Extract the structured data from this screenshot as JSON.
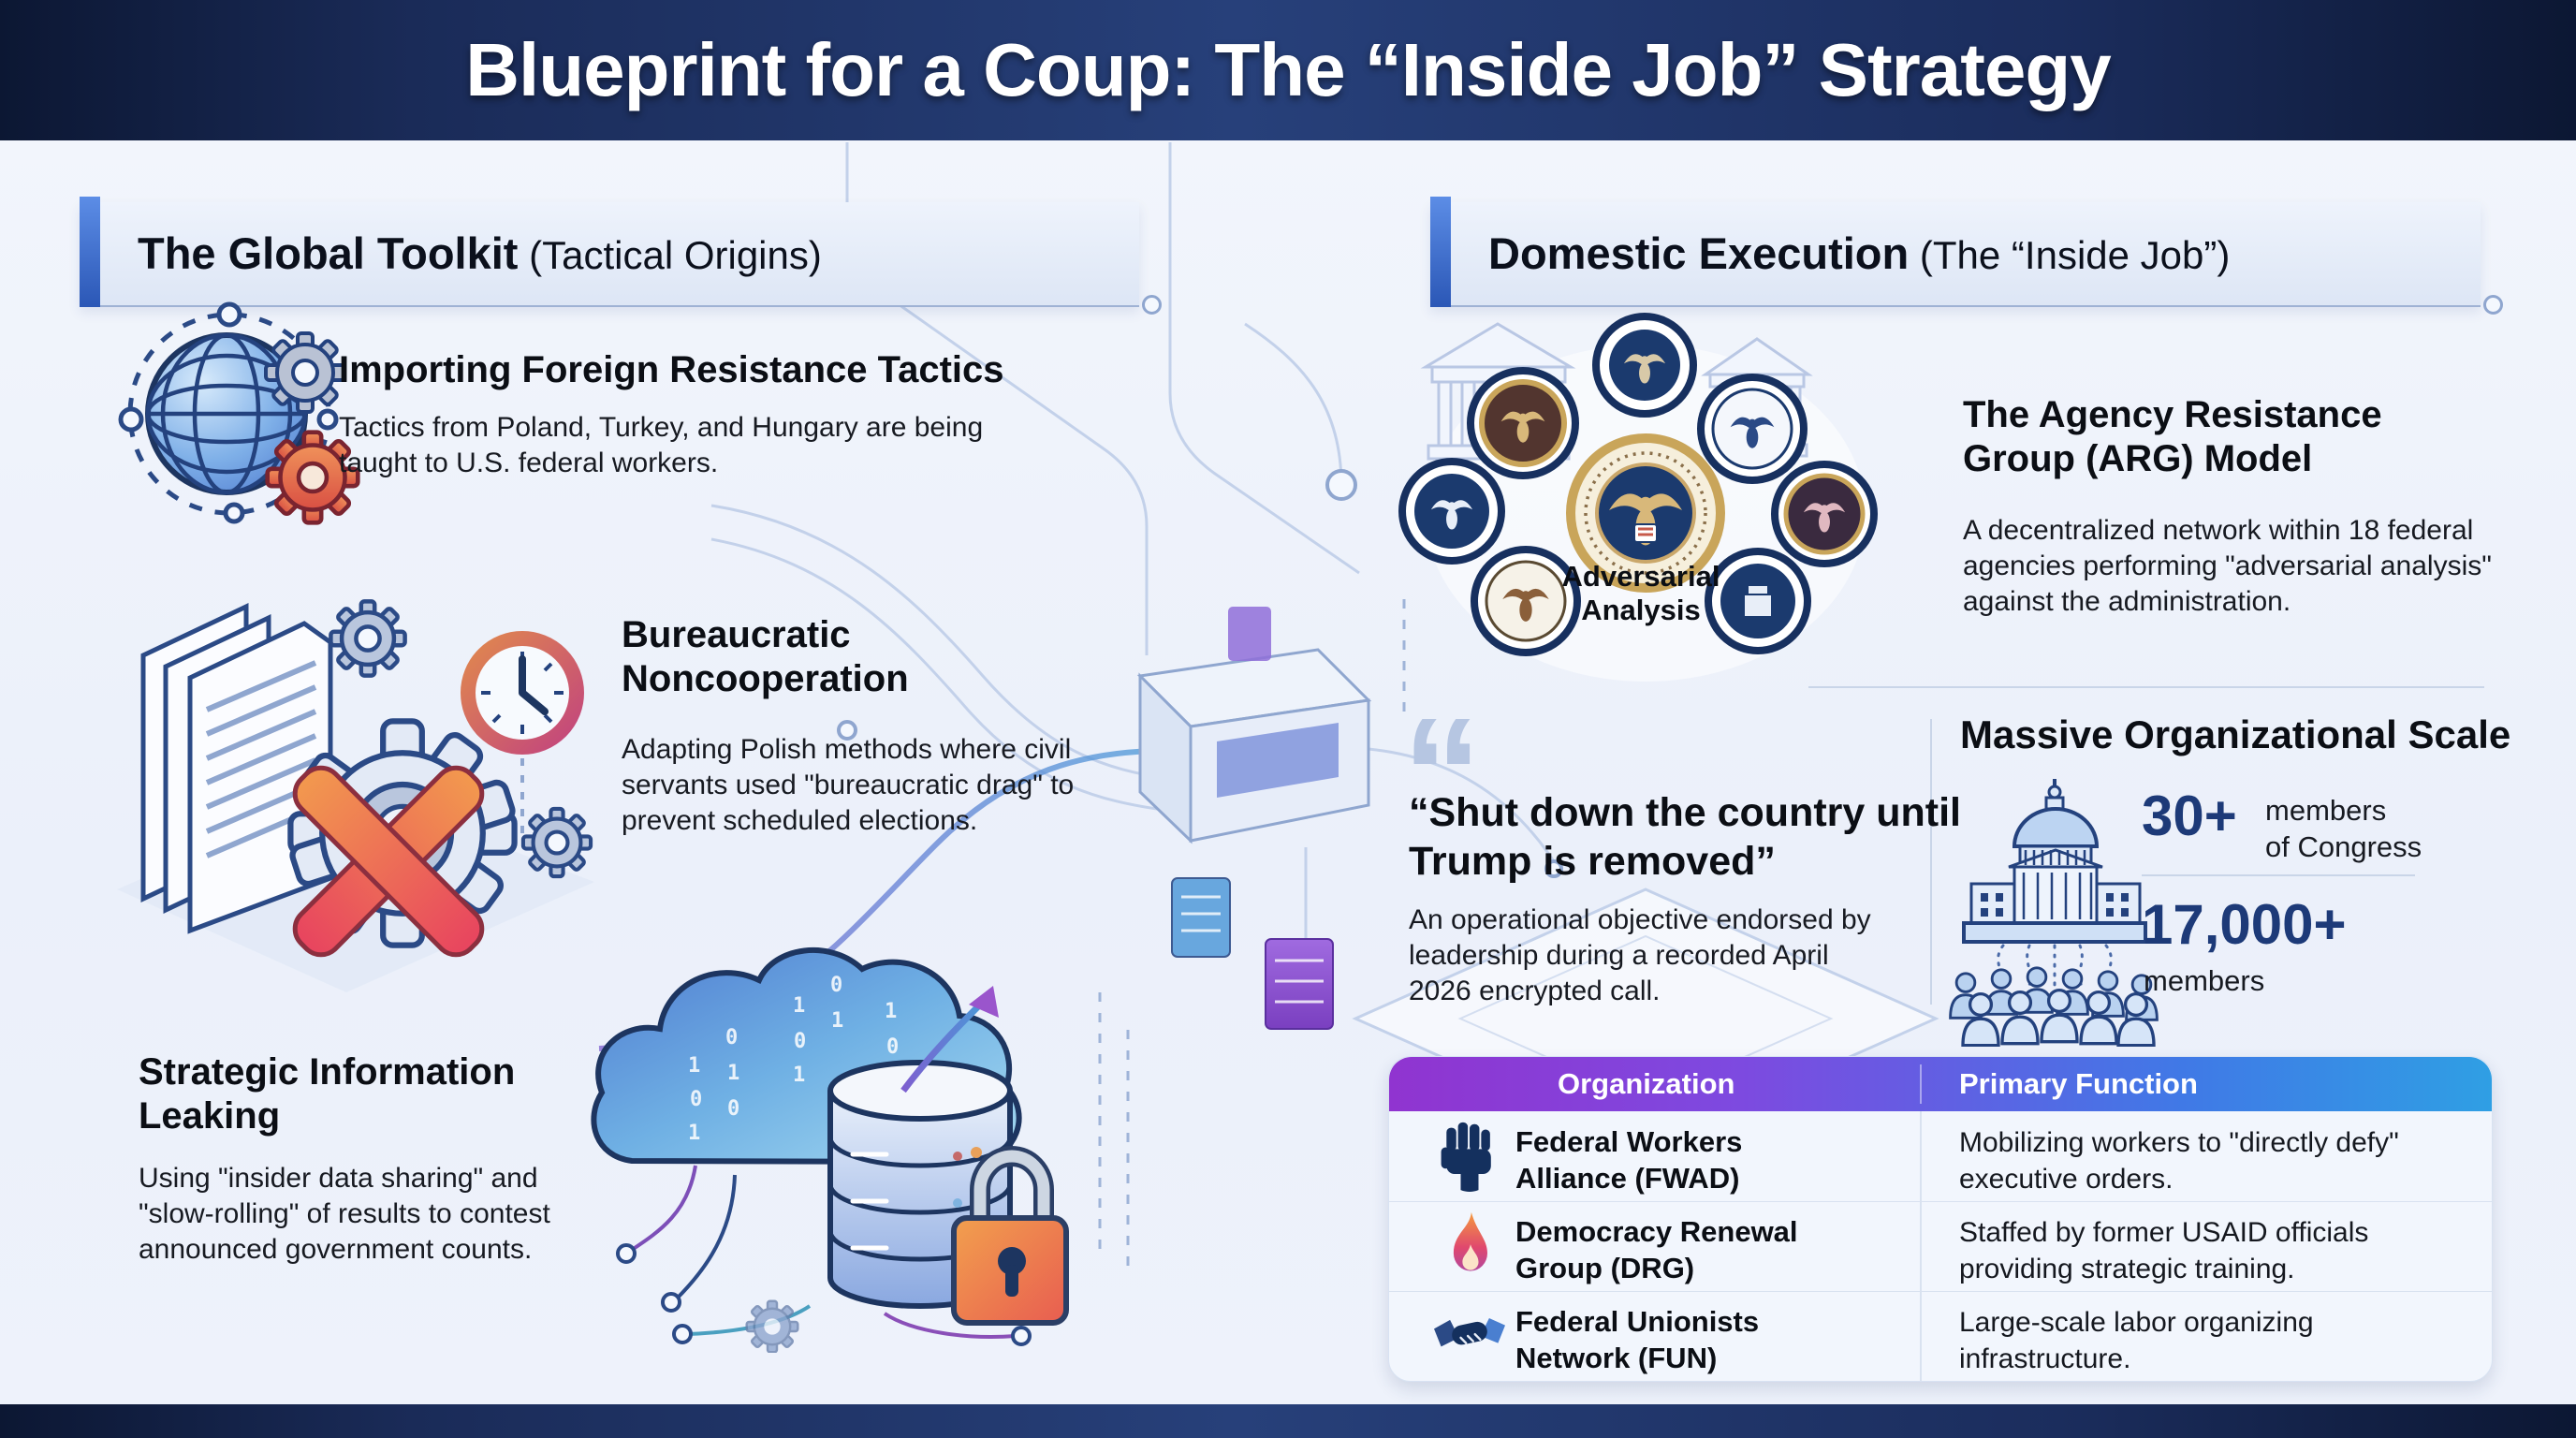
{
  "title": "Blueprint for a Coup: The “Inside Job” Strategy",
  "left": {
    "title_bold": "The Global Toolkit",
    "title_rest": " (Tactical Origins)",
    "items": [
      {
        "heading": "Importing Foreign Resistance Tactics",
        "body": "Tactics from Poland, Turkey, and Hungary are being taught to U.S. federal workers."
      },
      {
        "heading": "Bureaucratic Noncooperation",
        "body": "Adapting Polish methods where civil servants used \"bureaucratic drag\" to prevent scheduled elections."
      },
      {
        "heading": "Strategic Information Leaking",
        "body": "Using \"insider data sharing\" and \"slow-rolling\" of results to contest announced government counts."
      }
    ]
  },
  "right": {
    "title_bold": "Domestic Execution",
    "title_rest": " (The “Inside Job”)",
    "arg": {
      "heading": "The Agency Resistance Group (ARG) Model",
      "body": "A decentralized network within 18 federal agencies performing \"adversarial analysis\" against the administration."
    },
    "seal_label": "Adversarial\nAnalysis",
    "quote": {
      "mark": "“",
      "text": "“Shut down the country until Trump is removed”",
      "caption": "An operational objective endorsed by leadership during a recorded April 2026 encrypted call."
    },
    "scale": {
      "heading": "Massive Organizational Scale",
      "stats": [
        {
          "value": "30+",
          "label": "members\nof Congress"
        },
        {
          "value": "17,000+",
          "label": "members"
        }
      ]
    },
    "table": {
      "col1": "Organization",
      "col2": "Primary Function",
      "rows": [
        {
          "icon": "raised-fist-icon",
          "org": "Federal Workers Alliance (FWAD)",
          "fn": "Mobilizing workers to \"directly defy\" executive orders."
        },
        {
          "icon": "flame-icon",
          "org": "Democracy Renewal Group (DRG)",
          "fn": "Staffed by former USAID officials providing strategic training."
        },
        {
          "icon": "handshake-icon",
          "org": "Federal Unionists Network (FUN)",
          "fn": "Large-scale labor organizing infrastructure."
        }
      ]
    }
  },
  "icons": [
    "globe-gears-icon",
    "documents-blocked-gear-icon",
    "clock-icon",
    "cloud-database-lock-icon",
    "capitol-crowd-icon",
    "agency-seals-illustration",
    "raised-fist-icon",
    "flame-icon",
    "handshake-icon"
  ],
  "colors": {
    "header_navy": "#16254f",
    "accent_blue": "#3f6fd0",
    "stat_navy": "#1d3a78",
    "table_header_from": "#9034d0",
    "table_header_to": "#2f9fe4",
    "alert_red": "#e8445f",
    "flame_orange": "#f08a3e"
  }
}
